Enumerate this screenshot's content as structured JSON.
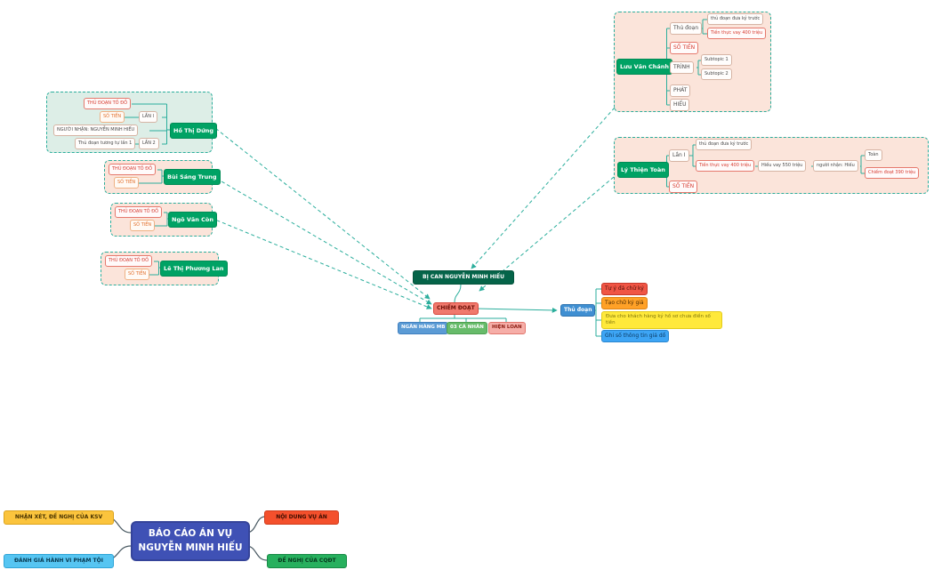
{
  "center": {
    "suspect": "BỊ CAN NGUYỄN MINH HIẾU",
    "chiem_doat": "CHIẾM ĐOẠT",
    "ngan_hang": "NGÂN HÀNG MB",
    "ca_nhan": "03 CÁ NHÂN",
    "hien_loan": "HIỆN LOAN",
    "thu_doan": "Thủ đoạn",
    "td1": "Tự ý đá chữ ký",
    "td2": "Tạo chữ ký giả",
    "td3": "Đưa cho khách hàng ký hồ sơ chưa điền số tiền",
    "td4": "Ghi số thông tin giả dố"
  },
  "luu_van_chanh": {
    "root": "Lưu Văn Chánh",
    "thu_doan": "Thủ đoạn",
    "c1": "thủ đoạn đưa ký trước",
    "c2": "Tiền thực vay 400 triệu",
    "so_tien": "SỐ TIỀN",
    "trinh": "TRÌNH",
    "sub1": "Subtopic 1",
    "sub2": "Subtopic 2",
    "phat": "PHÁT",
    "hieu": "HIẾU"
  },
  "ly_thien_toan": {
    "root": "Lý Thiện Toàn",
    "lan1": "Lần I",
    "c1": "thủ đoạn đưa ký trước",
    "c2": "Tiền thực vay 400 triệu",
    "c3": "Hiếu vay 550 triệu",
    "c4": "người nhận: Hiếu",
    "c5": "Toàn",
    "c6": "Chiếm đoạt 390 triệu",
    "so_tien": "SỐ TIỀN"
  },
  "ho_thi_dung": {
    "root": "Hồ Thị Dứng",
    "thu_doan": "THỦ ĐOẠN TỐ ĐỒ",
    "so_tien": "SỐ TIỀN",
    "lan1": "LẦN I",
    "nguoi_nhan": "NGƯỜI NHẬN: NGUYỄN MINH HIẾU",
    "tuong_tu": "Thủ đoạn tương tự lần 1",
    "lan2": "LẦN 2"
  },
  "bui_sang_trung": {
    "root": "Bùi Sáng Trung",
    "thu_doan": "THỦ ĐOẠN TỐ ĐỒ",
    "so_tien": "SỐ TIỀN"
  },
  "ngo_van_con": {
    "root": "Ngô Văn Còn",
    "thu_doan": "THỦ ĐOẠN TỐ ĐỒ",
    "so_tien": "SỐ TIỀN"
  },
  "le_thi_phuong_lan": {
    "root": "Lê Thị Phương Lan",
    "thu_doan": "THỦ ĐOẠN TỐ ĐỒ",
    "so_tien": "SỐ TIỀN"
  },
  "report": {
    "root_line1": "BÁO CÁO ÁN VỤ",
    "root_line2": "NGUYỄN MINH HIẾU",
    "ksv": "NHẬN XÉT, ĐỀ NGHỊ CỦA KSV",
    "hanh_vi": "ĐÁNH GIÁ HÀNH VI PHẠM TỘI",
    "noi_dung": "NỘI DUNG VỤ ÁN",
    "de_nghi": "ĐỀ NGHỊ CỦA CQĐT"
  },
  "colors": {
    "line_teal": "#2bae9c",
    "group_pink": "#fbe4da",
    "group_teal": "#ddeee7",
    "root_green": "#00a264",
    "suspect_green": "#056449",
    "report_indigo": "#3f51b5"
  }
}
